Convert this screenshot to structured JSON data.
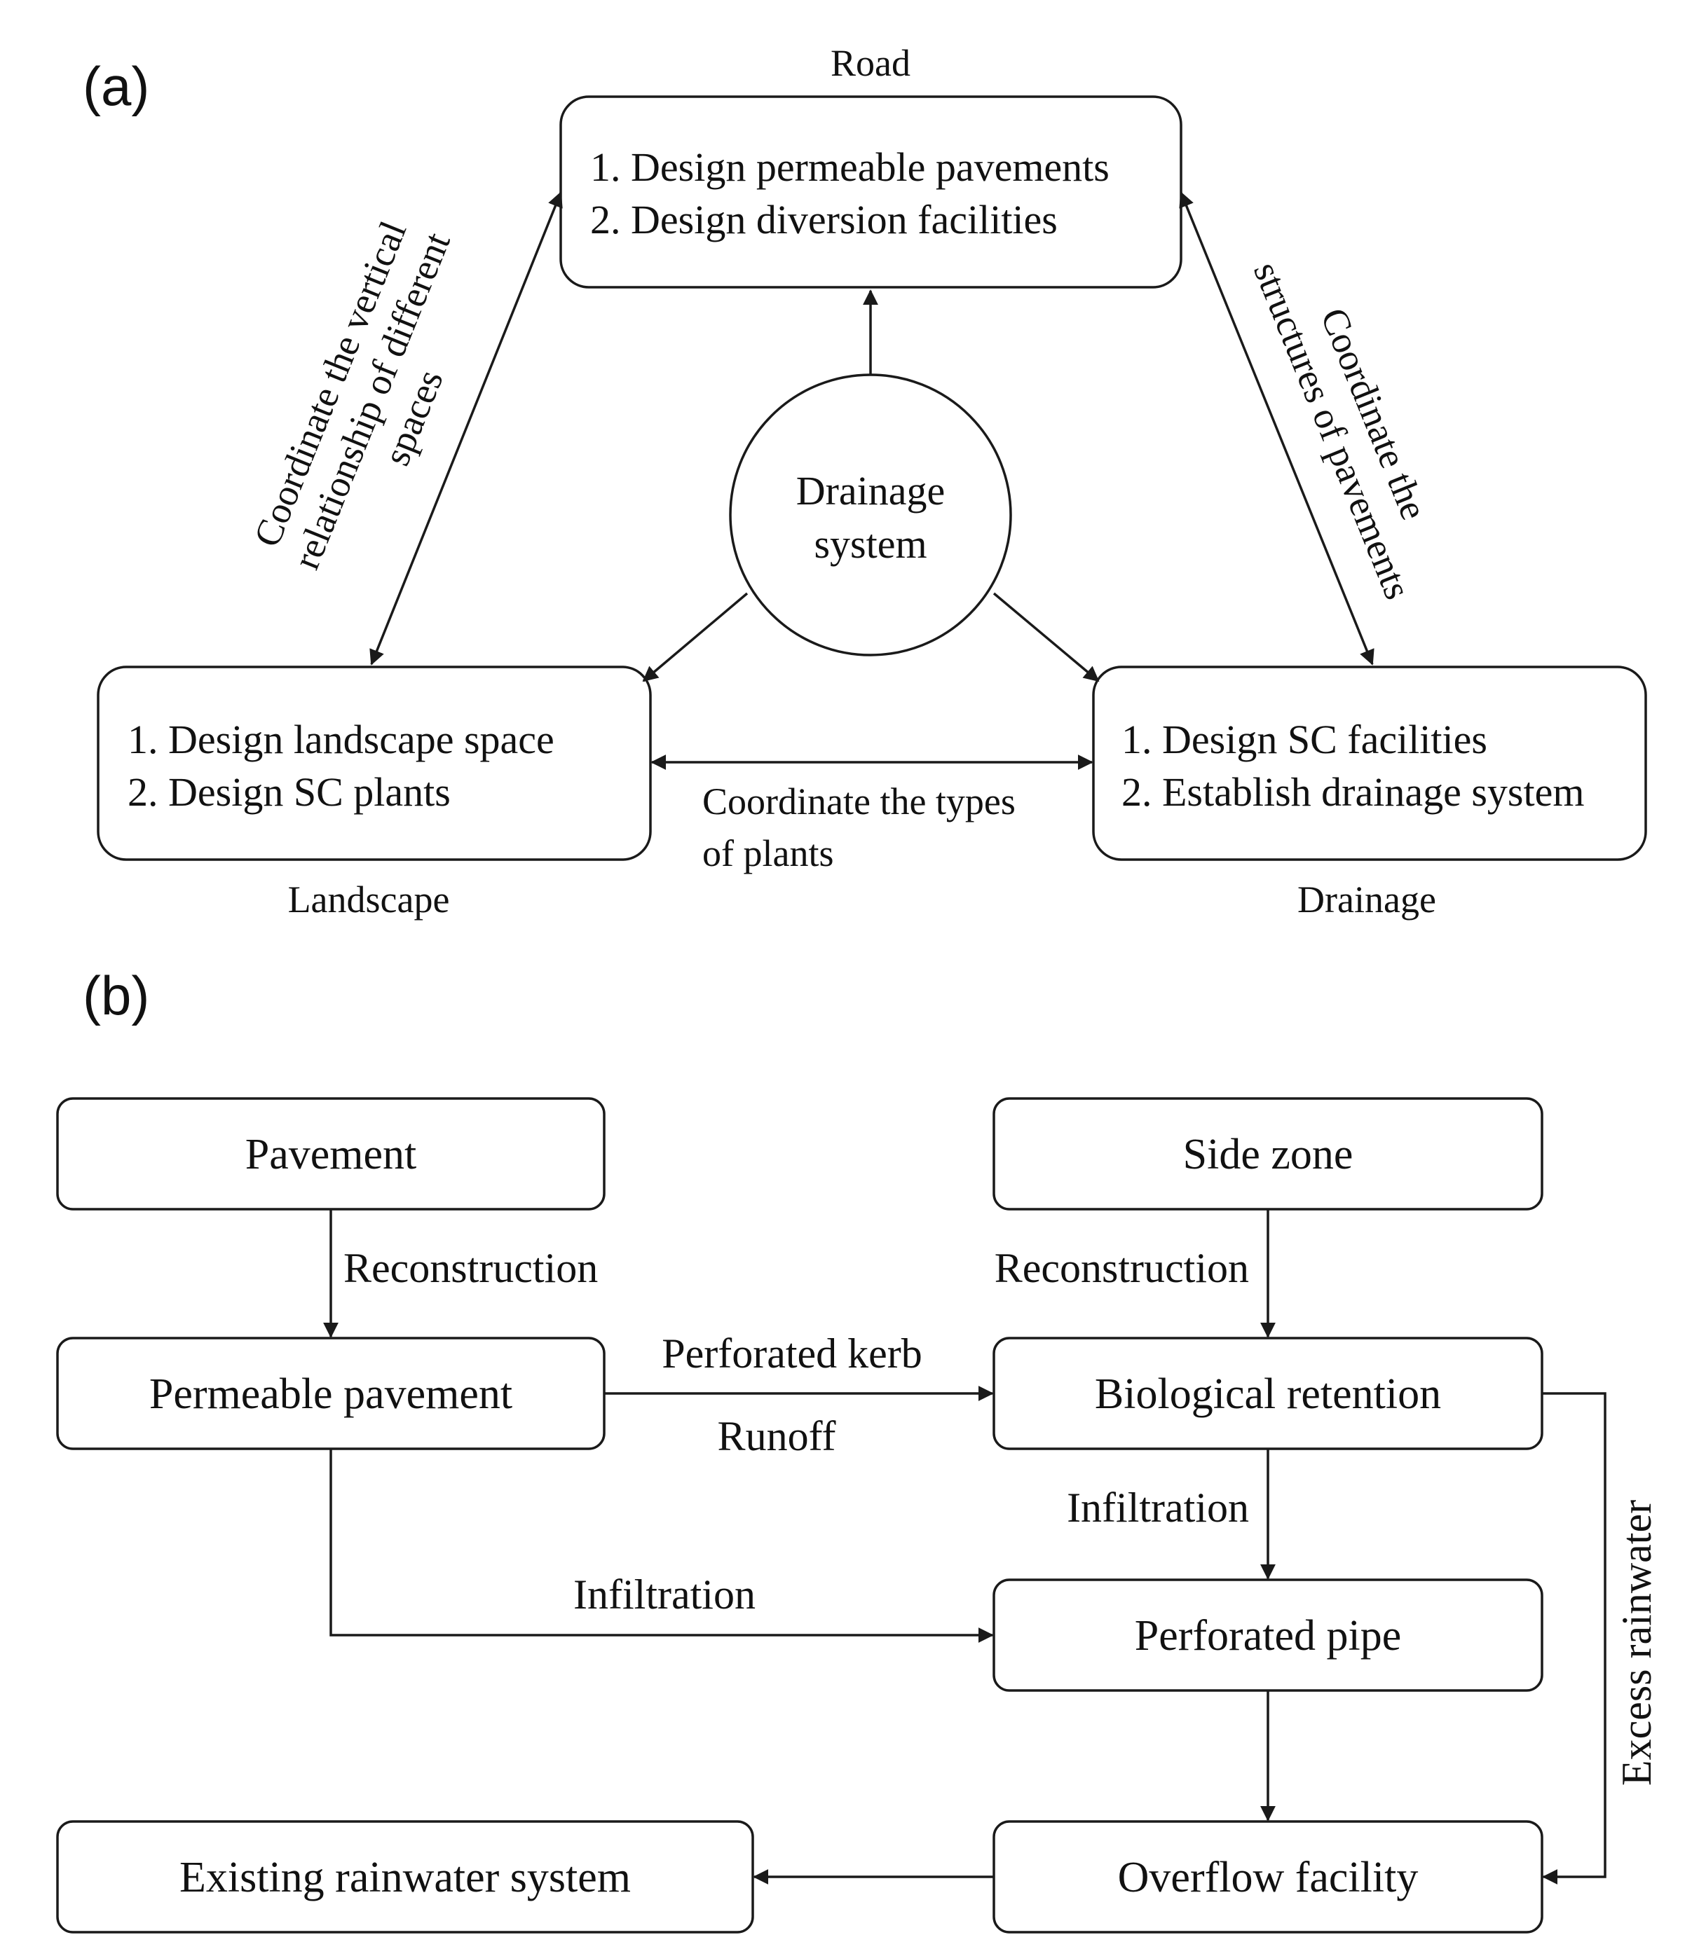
{
  "panel_a": {
    "label": "(a)",
    "road": {
      "title": "Road",
      "line1": "1. Design permeable pavements",
      "line2": "2. Design diversion facilities"
    },
    "center": {
      "line1": "Drainage",
      "line2": "system"
    },
    "landscape": {
      "title": "Landscape",
      "line1": "1. Design landscape space",
      "line2": "2. Design SC plants"
    },
    "drainage": {
      "title": "Drainage",
      "line1": "1. Design SC facilities",
      "line2": "2. Establish drainage system"
    },
    "left_edge": {
      "line1": "Coordinate the vertical",
      "line2": "relationship of different",
      "line3": "spaces"
    },
    "right_edge": {
      "line1": "Coordinate the",
      "line2": "structures of pavements"
    },
    "bottom_edge": {
      "line1": "Coordinate the types",
      "line2": "of plants"
    }
  },
  "panel_b": {
    "label": "(b)",
    "boxes": {
      "pavement": "Pavement",
      "side_zone": "Side zone",
      "permeable_pavement": "Permeable pavement",
      "biological_retention": "Biological retention",
      "perforated_pipe": "Perforated pipe",
      "overflow_facility": "Overflow facility",
      "existing_system": "Existing rainwater system"
    },
    "labels": {
      "reconstruction_left": "Reconstruction",
      "reconstruction_right": "Reconstruction",
      "perforated_kerb": "Perforated kerb",
      "runoff": "Runoff",
      "infiltration_right": "Infiltration",
      "infiltration_left": "Infiltration",
      "excess_rainwater": "Excess rainwater"
    }
  }
}
